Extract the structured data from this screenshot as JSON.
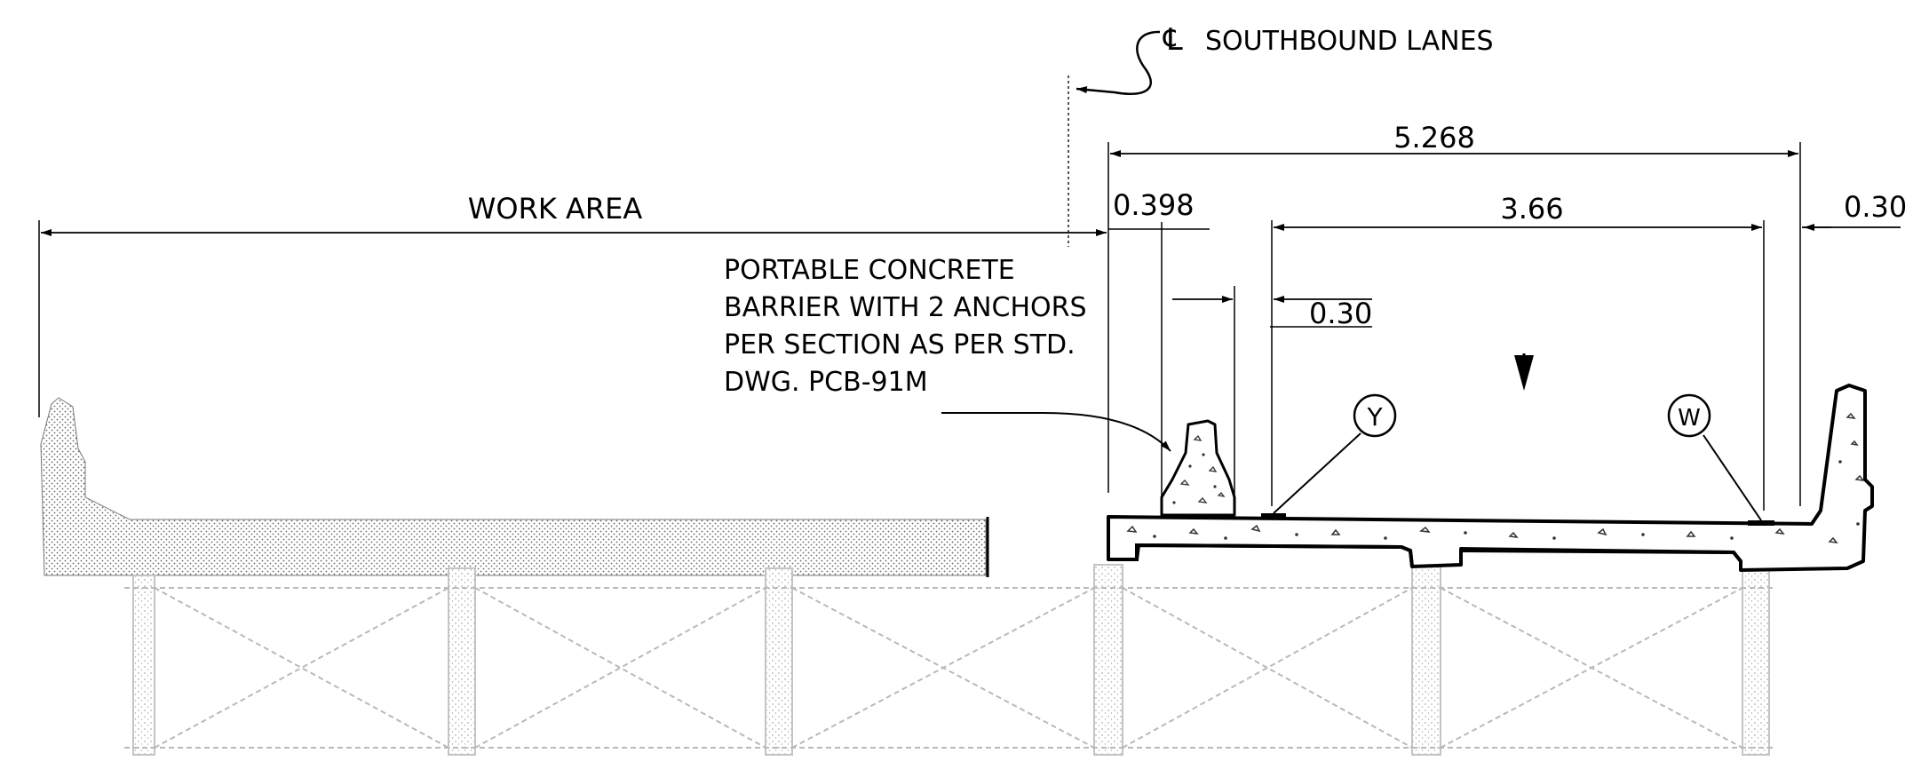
{
  "centerline": {
    "symbol": "℄",
    "label": "SOUTHBOUND LANES"
  },
  "work_area_label": "WORK AREA",
  "dimensions": {
    "overall": "5.268",
    "barrier_offset": "0.398",
    "lane_width": "3.66",
    "right_shoulder": "0.30",
    "barrier_clearance": "0.30"
  },
  "barrier_note": [
    "PORTABLE CONCRETE",
    "BARRIER WITH 2 ANCHORS",
    "PER SECTION AS PER STD.",
    "DWG. PCB-91M"
  ],
  "markers": {
    "left": "Y",
    "right": "W"
  }
}
